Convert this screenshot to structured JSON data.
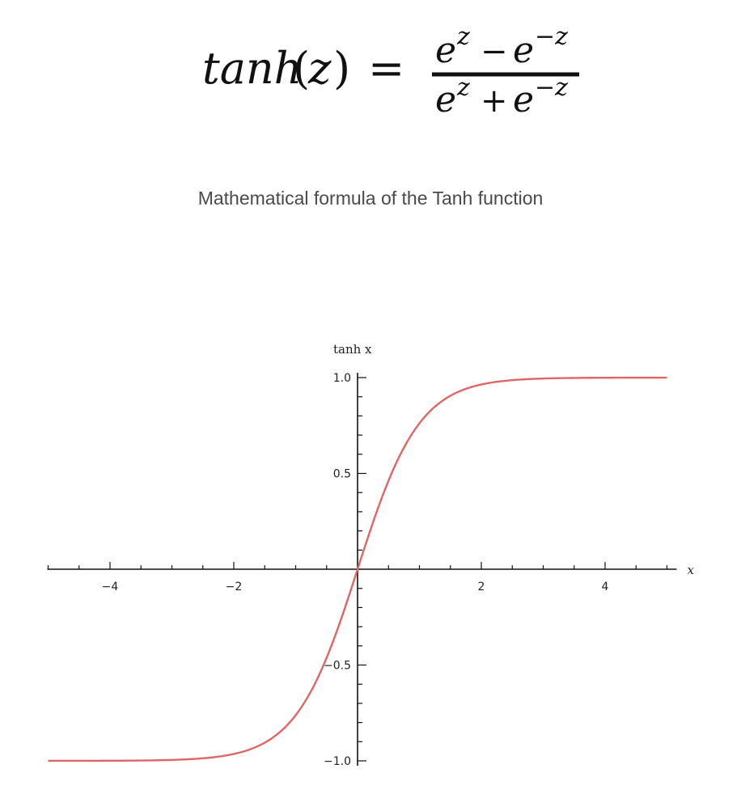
{
  "formula": {
    "lhs_fn": "tanh",
    "lhs_arg": "z",
    "equals": "=",
    "numerator": {
      "a": "e",
      "a_sup": "z",
      "op": "−",
      "b": "e",
      "b_sup": "−z"
    },
    "denominator": {
      "a": "e",
      "a_sup": "z",
      "op": "+",
      "b": "e",
      "b_sup": "−z"
    }
  },
  "caption": "Mathematical formula of the Tanh function",
  "colors": {
    "curve": "#e06666",
    "axis": "#111111",
    "caption": "#4a4a4a"
  },
  "chart_data": {
    "type": "line",
    "title": "",
    "xlabel": "x",
    "ylabel": "tanh x",
    "xlim": [
      -5,
      5
    ],
    "ylim": [
      -1,
      1
    ],
    "x_ticks": [
      -4,
      -2,
      2,
      4
    ],
    "x_tick_labels": [
      "−4",
      "−2",
      "2",
      "4"
    ],
    "y_ticks": [
      1.0,
      0.5,
      -0.5,
      -1.0
    ],
    "y_tick_labels": [
      "1.0",
      "0.5",
      "−0.5",
      "−1.0"
    ],
    "grid": false,
    "series": [
      {
        "function": "tanh",
        "color": "#e06666",
        "x": [
          -5,
          -4.5,
          -4,
          -3.5,
          -3,
          -2.5,
          -2,
          -1.75,
          -1.5,
          -1.25,
          -1,
          -0.75,
          -0.5,
          -0.25,
          0,
          0.25,
          0.5,
          0.75,
          1,
          1.25,
          1.5,
          1.75,
          2,
          2.5,
          3,
          3.5,
          4,
          4.5,
          5
        ],
        "y": [
          -0.9999,
          -0.9998,
          -0.9993,
          -0.9982,
          -0.9951,
          -0.9866,
          -0.964,
          -0.9414,
          -0.9051,
          -0.8483,
          -0.7616,
          -0.6351,
          -0.4621,
          -0.2449,
          0,
          0.2449,
          0.4621,
          0.6351,
          0.7616,
          0.8483,
          0.9051,
          0.9414,
          0.964,
          0.9866,
          0.9951,
          0.9982,
          0.9993,
          0.9998,
          0.9999
        ]
      }
    ]
  }
}
